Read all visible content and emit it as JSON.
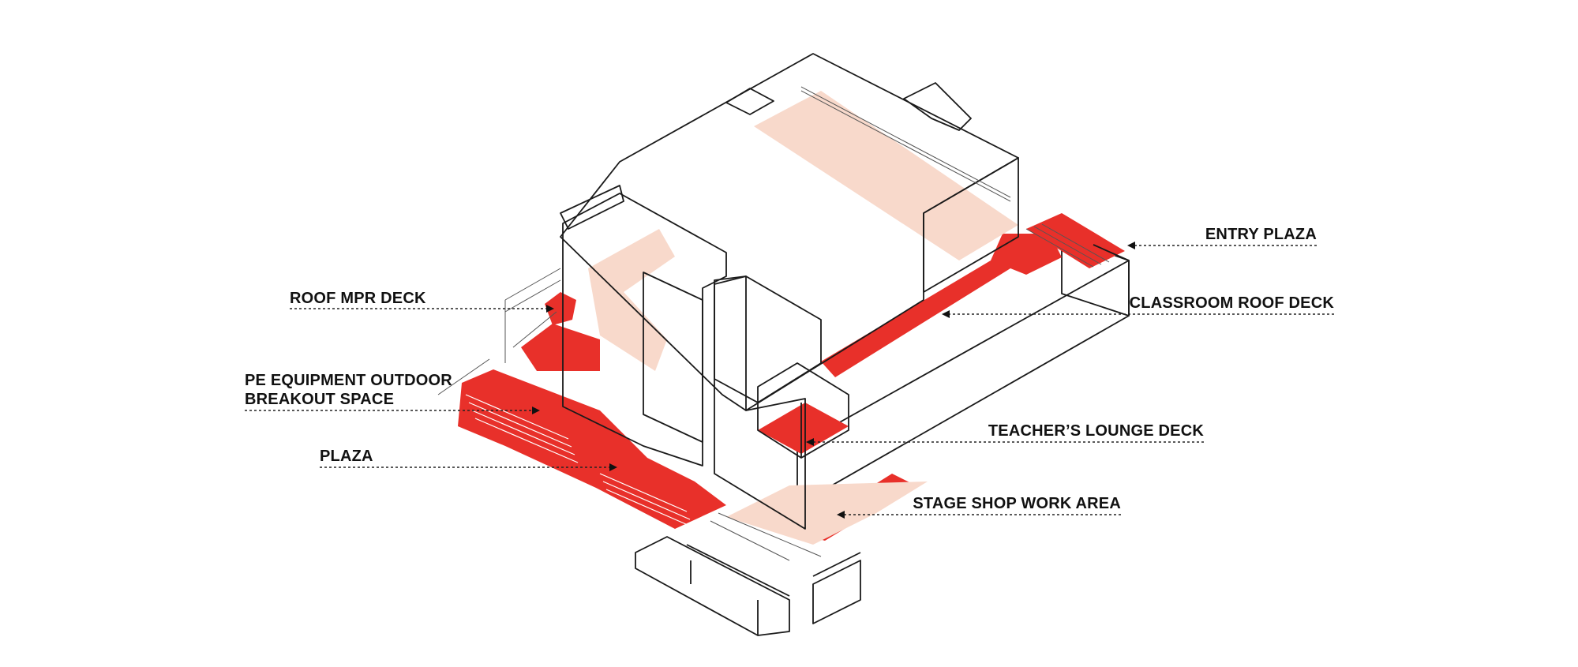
{
  "diagram": {
    "colors": {
      "deck_red": "#e8302a",
      "ghost_pink": "#f8d9cb",
      "outline": "#1a1a1a",
      "background": "#ffffff"
    },
    "labels": {
      "entry_plaza": "ENTRY PLAZA",
      "classroom_roof_deck": "CLASSROOM ROOF DECK",
      "roof_mpr_deck": "ROOF MPR DECK",
      "pe_equipment_line1": "PE EQUIPMENT OUTDOOR",
      "pe_equipment_line2": "BREAKOUT SPACE",
      "plaza": "PLAZA",
      "teachers_lounge_deck": "TEACHER’S LOUNGE DECK",
      "stage_shop_work_area": "STAGE SHOP WORK AREA"
    }
  }
}
